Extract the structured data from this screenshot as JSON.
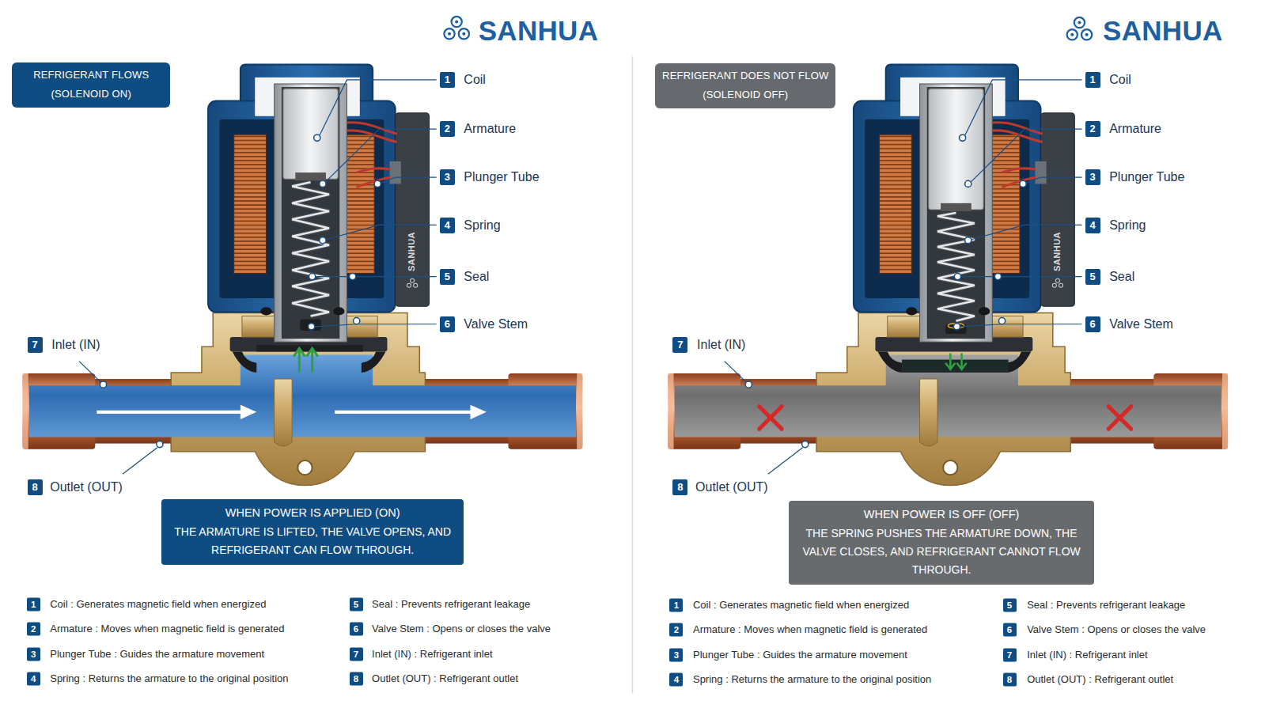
{
  "diagram": {
    "nodes": [
      {
        "text": [
          "REFRIGERANT FLOWS (SOLENOID ON)"
        ]
      },
      {
        "text": [
          "WHEN POWER IS APPLIED (ON)",
          "THE ARMATURE IS LIFTED, THE VALVE OPENS, AND REFRIGERANT CAN FLOW THROUGH."
        ]
      },
      {
        "text": [
          "REFRIGERANT DOES NOT FLOW (SOLENOID OFF)"
        ]
      },
      {
        "text": [
          "WHEN POWER IS OFF (OFF)",
          "THE SPRING PUSHES THE ARMATURE DOWN, THE VALVE CLOSES, AND REFRIGERANT CANNOT FLOW THROUGH."
        ]
      }
    ],
    "labels": [
      "SANHUA",
      "1",
      "Coil",
      "2",
      "Armature",
      "3",
      "Plunger Tube",
      "4",
      "Spring",
      "5",
      "Seal",
      "6",
      "Valve Stem",
      "7",
      "Inlet (IN)",
      "8",
      "Outlet (OUT)",
      "SANHUA",
      "1",
      "Coil : Generates magnetic field when energized",
      "2",
      "Armature : Moves when magnetic field is generated",
      "3",
      "Plunger Tube : Guides the armature movement",
      "4",
      "Spring : Returns the armature to the original position",
      "5",
      "Seal : Prevents refrigerant leakage",
      "6",
      "Valve Stem : Opens or closes the valve",
      "7",
      "Inlet (IN) : Refrigerant inlet",
      "8",
      "Outlet (OUT) : Refrigerant outlet",
      "SANHUA",
      "1",
      "Coil",
      "2",
      "Armature",
      "3",
      "Plunger Tube",
      "4",
      "Spring",
      "5",
      "Seal",
      "6",
      "Valve Stem",
      "7",
      "Inlet (IN)",
      "8",
      "Outlet (OUT)",
      "SANHUA",
      "1",
      "Coil : Generates magnetic field when energized",
      "2",
      "Armature : Moves when magnetic field is generated",
      "3",
      "Plunger Tube : Guides the armature movement",
      "4",
      "Spring : Returns the armature to the original position",
      "5",
      "Seal : Prevents refrigerant leakage",
      "6",
      "Valve Stem : Opens or closes the valve",
      "7",
      "Inlet (IN) : Refrigerant inlet",
      "8",
      "Outlet (OUT) : Refrigerant outlet"
    ]
  }
}
